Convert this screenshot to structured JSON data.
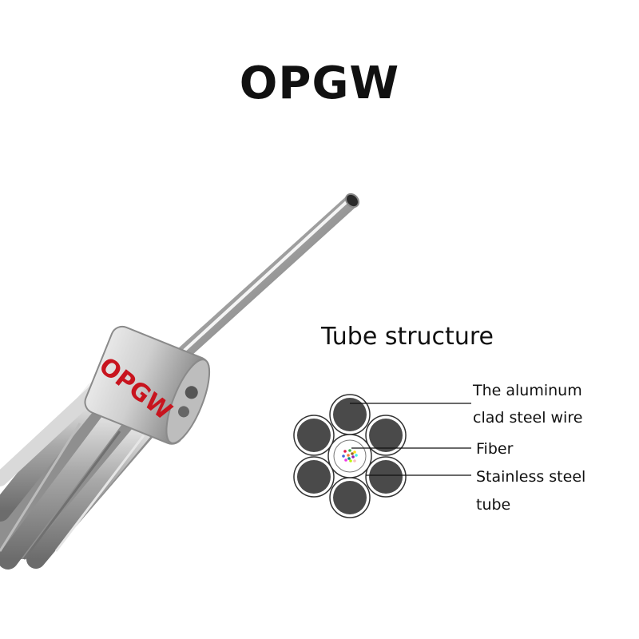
{
  "title": "OPGW",
  "photo": {
    "sleeve_text": "OPGW",
    "sleeve_text_color": "#c8141e"
  },
  "diagram": {
    "title": "Tube structure",
    "labels": {
      "wire_line1": "The aluminum",
      "wire_line2": "clad steel wire",
      "fiber": "Fiber",
      "tube_line1": "Stainless steel",
      "tube_line2": "tube"
    },
    "colors": {
      "wire_core": "#4a4a4a",
      "wire_cladding": "#ffffff",
      "outline": "#333333"
    }
  }
}
